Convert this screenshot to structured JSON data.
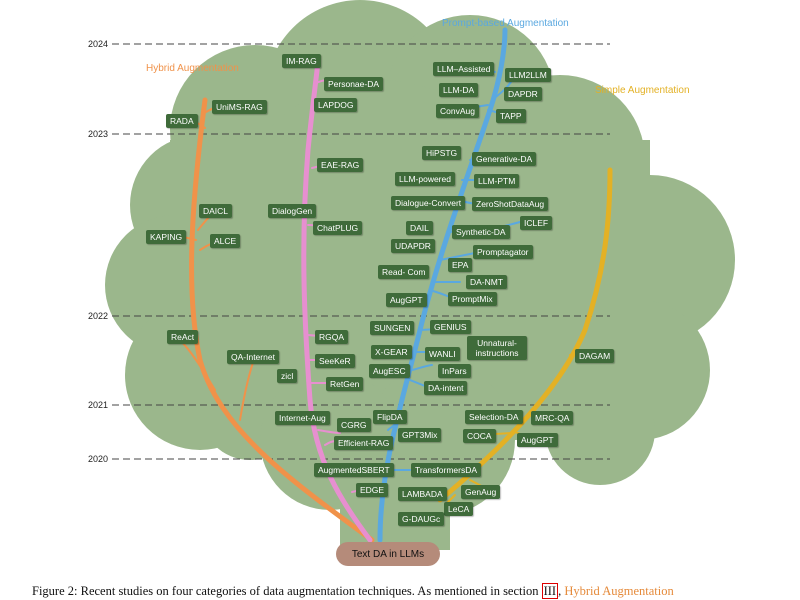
{
  "categories": {
    "prompt": {
      "title": "Prompt-based Augmentation",
      "color": "#5aa8e0"
    },
    "hybrid": {
      "title": "Hybrid Augmentation",
      "color": "#f0924a"
    },
    "simple": {
      "title": "Simple Augmentation",
      "color": "#e3b125"
    },
    "rag_branch_color": "#e78fd0"
  },
  "years": [
    "2024",
    "2023",
    "2022",
    "2021",
    "2020"
  ],
  "root": "Text DA in LLMs",
  "nodes": {
    "hybrid": [
      "RADA",
      "UniMS-RAG",
      "DAICL",
      "KAPING",
      "ALCE",
      "ReAct",
      "QA-Internet",
      "zicl"
    ],
    "rag": [
      "IM-RAG",
      "Personae-DA",
      "LAPDOG",
      "EAE-RAG",
      "DialogGen",
      "ChatPLUG",
      "RGQA",
      "SeeKeR",
      "RetGen",
      "Internet-Aug",
      "CGRG",
      "Efficient-RAG",
      "AugmentedSBERT",
      "EDGE"
    ],
    "prompt": [
      "LLM–Assisted",
      "LLM2LLM",
      "LLM-DA",
      "DAPDR",
      "ConvAug",
      "TAPP",
      "HiPSTG",
      "Generative-DA",
      "LLM-powered",
      "LLM-PTM",
      "Dialogue-Convert",
      "ZeroShotDataAug",
      "ICLEF",
      "DAIL",
      "Synthetic-DA",
      "UDAPDR",
      "Promptagator",
      "EPA",
      "Read- Com",
      "DA-NMT",
      "AugGPT",
      "PromptMix",
      "SUNGEN",
      "GENIUS",
      "X-GEAR",
      "WANLI",
      "Unnatural-instructions",
      "AugESC",
      "InPars",
      "DA-intent",
      "FlipDA",
      "GPT3Mix",
      "TransformersDA",
      "LAMBADA",
      "GenAug",
      "LeCA",
      "G-DAUGc"
    ],
    "simple": [
      "DAGAM",
      "Selection-DA",
      "MRC-QA",
      "COCA",
      "AugGPT"
    ]
  },
  "caption": {
    "prefix": "Figure 2: Recent studies on four categories of data augmentation techniques. As mentioned in section ",
    "ref": "III",
    "sep": ", ",
    "hybrid_text": "Hybrid Augmentation"
  }
}
